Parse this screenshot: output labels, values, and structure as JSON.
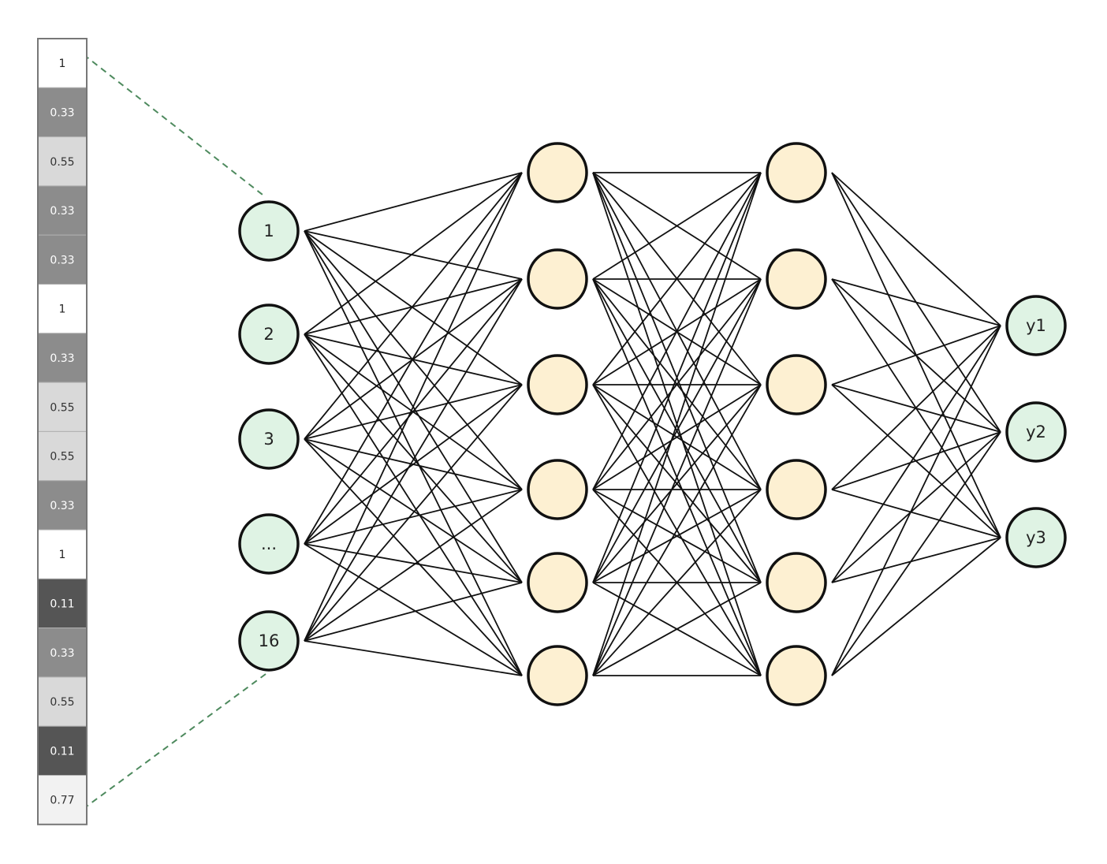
{
  "input_vector": {
    "cells": [
      {
        "value": "1",
        "shade": "#ffffff",
        "text_color": "#222222"
      },
      {
        "value": "0.33",
        "shade": "#8c8c8c",
        "text_color": "#ffffff"
      },
      {
        "value": "0.55",
        "shade": "#d9d9d9",
        "text_color": "#333333"
      },
      {
        "value": "0.33",
        "shade": "#8c8c8c",
        "text_color": "#ffffff"
      },
      {
        "value": "0.33",
        "shade": "#8c8c8c",
        "text_color": "#ffffff"
      },
      {
        "value": "1",
        "shade": "#ffffff",
        "text_color": "#222222"
      },
      {
        "value": "0.33",
        "shade": "#8c8c8c",
        "text_color": "#ffffff"
      },
      {
        "value": "0.55",
        "shade": "#d9d9d9",
        "text_color": "#333333"
      },
      {
        "value": "0.55",
        "shade": "#d9d9d9",
        "text_color": "#333333"
      },
      {
        "value": "0.33",
        "shade": "#8c8c8c",
        "text_color": "#ffffff"
      },
      {
        "value": "1",
        "shade": "#ffffff",
        "text_color": "#222222"
      },
      {
        "value": "0.11",
        "shade": "#555555",
        "text_color": "#ffffff"
      },
      {
        "value": "0.33",
        "shade": "#8c8c8c",
        "text_color": "#ffffff"
      },
      {
        "value": "0.55",
        "shade": "#d9d9d9",
        "text_color": "#333333"
      },
      {
        "value": "0.11",
        "shade": "#555555",
        "text_color": "#ffffff"
      },
      {
        "value": "0.77",
        "shade": "#f2f2f2",
        "text_color": "#333333"
      }
    ]
  },
  "network": {
    "input_layer": [
      "1",
      "2",
      "3",
      "...",
      "16"
    ],
    "hidden_layer_1_count": 6,
    "hidden_layer_2_count": 6,
    "output_layer": [
      "y1",
      "y2",
      "y3"
    ]
  },
  "colors": {
    "io_node_fill": "#dff3e4",
    "hidden_node_fill": "#fdf0d2",
    "node_stroke": "#111111",
    "edge": "#111111",
    "dashed_connector": "#4e8a5e",
    "vector_border": "#777777"
  }
}
